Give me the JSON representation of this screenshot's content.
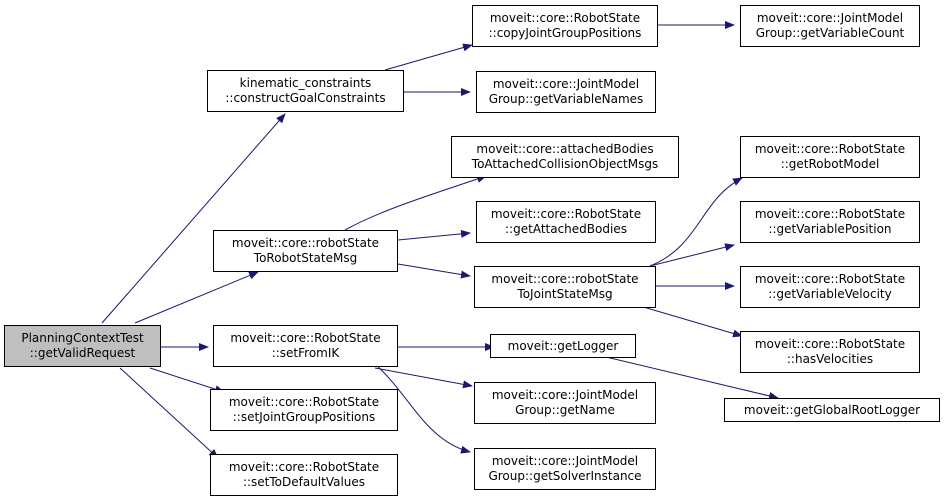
{
  "colors": {
    "edge": "#191970",
    "root_fill": "#bfbfbf",
    "node_fill": "#ffffff",
    "border": "#000000"
  },
  "nodes": {
    "planningContextTest": {
      "line1": "PlanningContextTest",
      "line2": "::getValidRequest"
    },
    "constructGoalConstraints": {
      "line1": "kinematic_constraints",
      "line2": "::constructGoalConstraints"
    },
    "copyJointGroupPositions": {
      "line1": "moveit::core::RobotState",
      "line2": "::copyJointGroupPositions"
    },
    "getVariableCount": {
      "line1": "moveit::core::JointModel",
      "line2": "Group::getVariableCount"
    },
    "getVariableNames": {
      "line1": "moveit::core::JointModel",
      "line2": "Group::getVariableNames"
    },
    "attachedBodiesToMsgs": {
      "line1": "moveit::core::attachedBodies",
      "line2": "ToAttachedCollisionObjectMsgs"
    },
    "getAttachedBodies": {
      "line1": "moveit::core::RobotState",
      "line2": "::getAttachedBodies"
    },
    "robotStateToRobotStateMsg": {
      "line1": "moveit::core::robotState",
      "line2": "ToRobotStateMsg"
    },
    "robotStateToJointStateMsg": {
      "line1": "moveit::core::robotState",
      "line2": "ToJointStateMsg"
    },
    "getRobotModel": {
      "line1": "moveit::core::RobotState",
      "line2": "::getRobotModel"
    },
    "getVariablePosition": {
      "line1": "moveit::core::RobotState",
      "line2": "::getVariablePosition"
    },
    "getVariableVelocity": {
      "line1": "moveit::core::RobotState",
      "line2": "::getVariableVelocity"
    },
    "hasVelocities": {
      "line1": "moveit::core::RobotState",
      "line2": "::hasVelocities"
    },
    "setFromIK": {
      "line1": "moveit::core::RobotState",
      "line2": "::setFromIK"
    },
    "getLogger": {
      "line1": "moveit::getLogger",
      "line2": ""
    },
    "getGlobalRootLogger": {
      "line1": "moveit::getGlobalRootLogger",
      "line2": ""
    },
    "getName": {
      "line1": "moveit::core::JointModel",
      "line2": "Group::getName"
    },
    "getSolverInstance": {
      "line1": "moveit::core::JointModel",
      "line2": "Group::getSolverInstance"
    },
    "setJointGroupPositions": {
      "line1": "moveit::core::RobotState",
      "line2": "::setJointGroupPositions"
    },
    "setToDefaultValues": {
      "line1": "moveit::core::RobotState",
      "line2": "::setToDefaultValues"
    }
  }
}
